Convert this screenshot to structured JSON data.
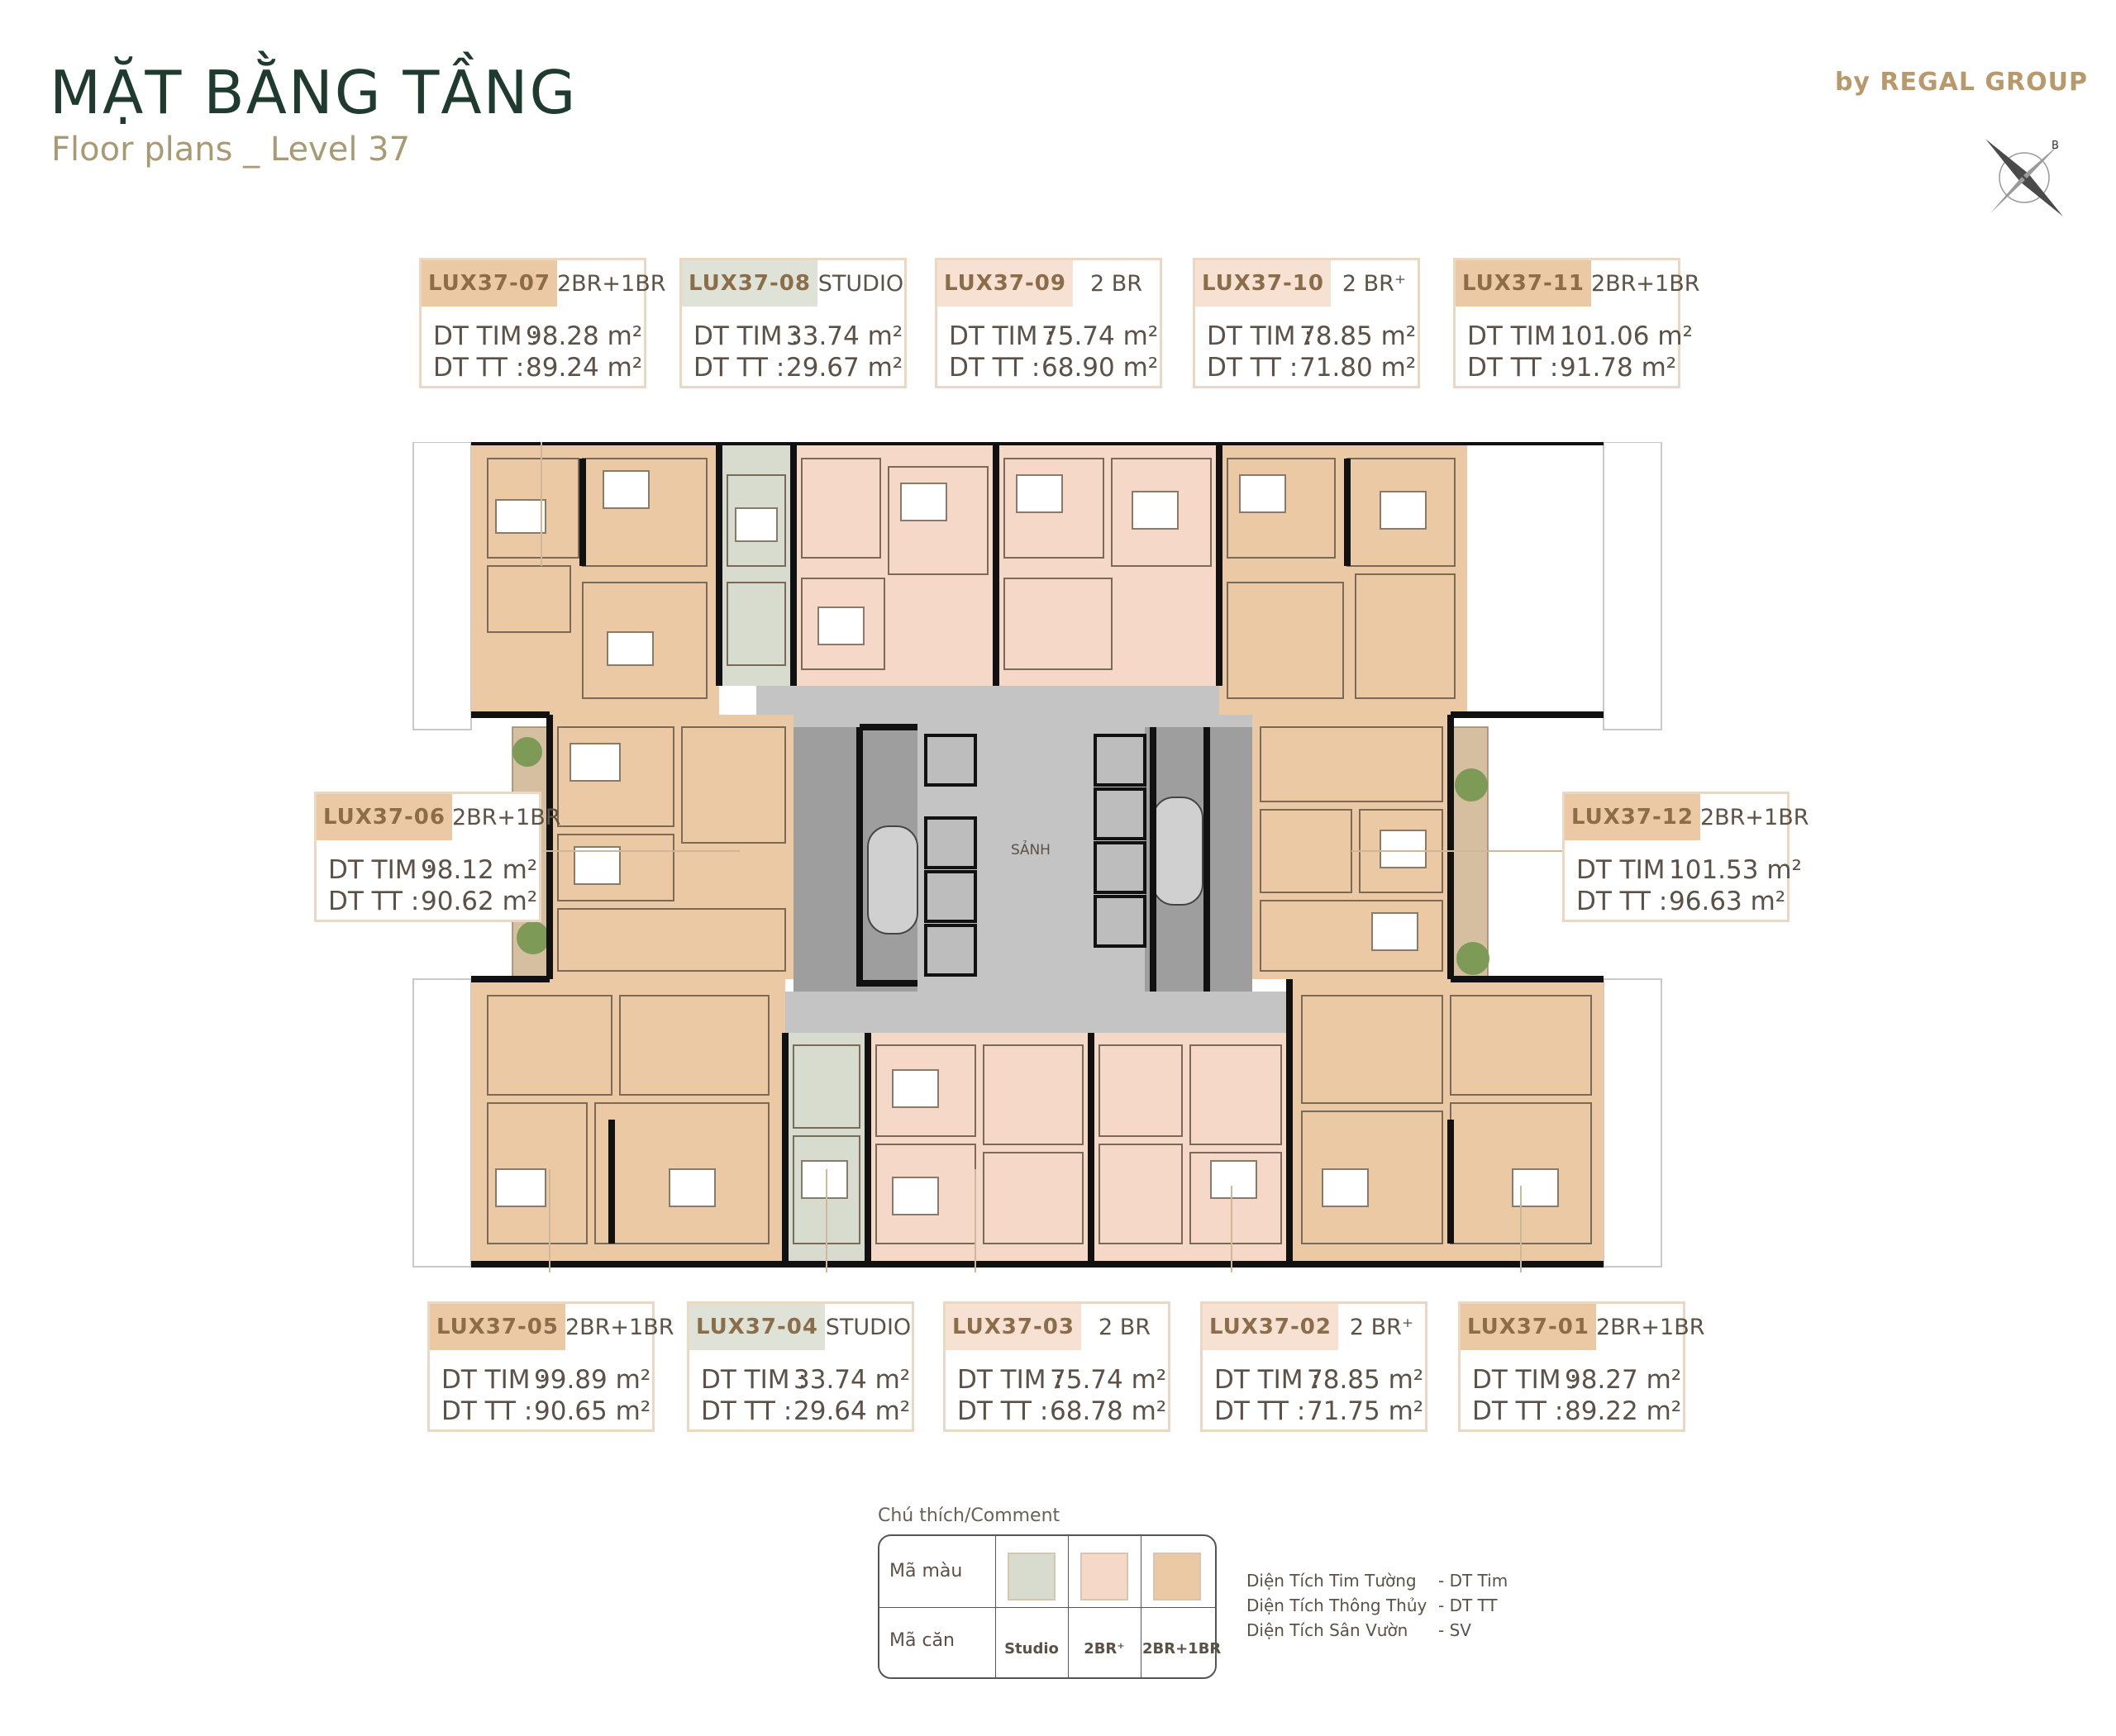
{
  "header": {
    "title": "MẶT BẰNG TẦNG",
    "subtitle": "Floor plans _ Level 37",
    "brand": "by REGAL GROUP"
  },
  "compass": {
    "icon": "compass-icon",
    "letter": "B"
  },
  "plan": {
    "lobby_label": "SẢNH"
  },
  "colors": {
    "studio": "#d7dccf",
    "two_br_plus": "#f5d8c7",
    "two_br_plus_1br": "#ebc9a5",
    "accent": "#b8996c"
  },
  "units": [
    {
      "code": "LUX37-07",
      "type": "2BR+1BR",
      "dt_tim_label": "DT TIM :",
      "dt_tim": "98.28 m²",
      "dt_tt_label": "DT TT    :",
      "dt_tt": "89.24 m²"
    },
    {
      "code": "LUX37-08",
      "type": "STUDIO",
      "dt_tim_label": "DT TIM :",
      "dt_tim": "33.74 m²",
      "dt_tt_label": "DT TT    :",
      "dt_tt": "29.67 m²"
    },
    {
      "code": "LUX37-09",
      "type": "2 BR",
      "dt_tim_label": "DT TIM :",
      "dt_tim": "75.74 m²",
      "dt_tt_label": "DT TT    :",
      "dt_tt": "68.90 m²"
    },
    {
      "code": "LUX37-10",
      "type": "2 BR⁺",
      "dt_tim_label": "DT TIM :",
      "dt_tim": "78.85 m²",
      "dt_tt_label": "DT TT    :",
      "dt_tt": "71.80 m²"
    },
    {
      "code": "LUX37-11",
      "type": "2BR+1BR",
      "dt_tim_label": "DT TIM :",
      "dt_tim": "101.06 m²",
      "dt_tt_label": "DT TT    :",
      "dt_tt": "91.78 m²"
    },
    {
      "code": "LUX37-06",
      "type": "2BR+1BR",
      "dt_tim_label": "DT TIM :",
      "dt_tim": "98.12 m²",
      "dt_tt_label": "DT TT    :",
      "dt_tt": "90.62 m²"
    },
    {
      "code": "LUX37-12",
      "type": "2BR+1BR",
      "dt_tim_label": "DT TIM :",
      "dt_tim": "101.53 m²",
      "dt_tt_label": "DT TT    :",
      "dt_tt": "96.63 m²"
    },
    {
      "code": "LUX37-05",
      "type": "2BR+1BR",
      "dt_tim_label": "DT TIM :",
      "dt_tim": "99.89 m²",
      "dt_tt_label": "DT TT    :",
      "dt_tt": "90.65 m²"
    },
    {
      "code": "LUX37-04",
      "type": "STUDIO",
      "dt_tim_label": "DT TIM :",
      "dt_tim": "33.74 m²",
      "dt_tt_label": "DT TT    :",
      "dt_tt": "29.64 m²"
    },
    {
      "code": "LUX37-03",
      "type": "2 BR",
      "dt_tim_label": "DT TIM :",
      "dt_tim": "75.74 m²",
      "dt_tt_label": "DT TT    :",
      "dt_tt": "68.78 m²"
    },
    {
      "code": "LUX37-02",
      "type": "2 BR⁺",
      "dt_tim_label": "DT TIM :",
      "dt_tim": "78.85 m²",
      "dt_tt_label": "DT TT    :",
      "dt_tt": "71.75 m²"
    },
    {
      "code": "LUX37-01",
      "type": "2BR+1BR",
      "dt_tim_label": "DT TIM :",
      "dt_tim": "98.27 m²",
      "dt_tt_label": "DT TT    :",
      "dt_tt": "89.22 m²"
    }
  ],
  "legend": {
    "title": "Chú thích/Comment",
    "color_row_label": "Mã màu",
    "code_row_label": "Mã căn",
    "codes": [
      "Studio",
      "2BR⁺",
      "2BR+1BR"
    ],
    "notes": [
      {
        "name": "Diện Tích Tim Tường",
        "abbr": "- DT Tim"
      },
      {
        "name": "Diện Tích Thông Thủy",
        "abbr": "- DT TT"
      },
      {
        "name": "Diện Tích Sân Vườn",
        "abbr": "- SV"
      }
    ]
  }
}
